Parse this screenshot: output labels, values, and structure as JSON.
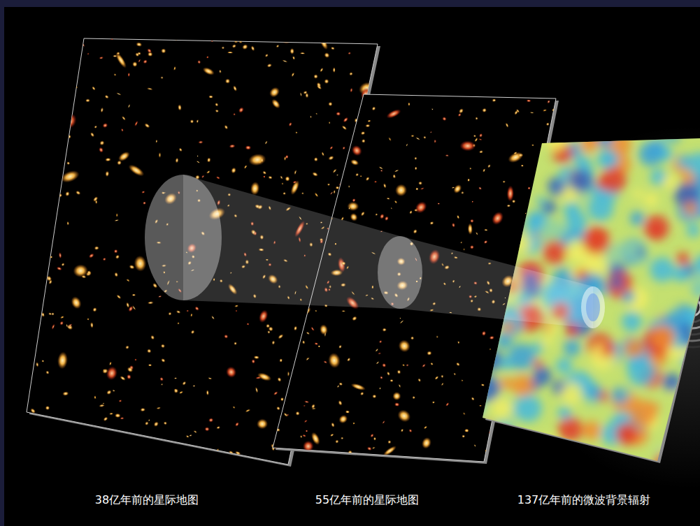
{
  "diagram": {
    "labels": [
      "38亿年前的星际地图",
      "55亿年前的星际地图",
      "137亿年前的微波背景辐射"
    ]
  }
}
